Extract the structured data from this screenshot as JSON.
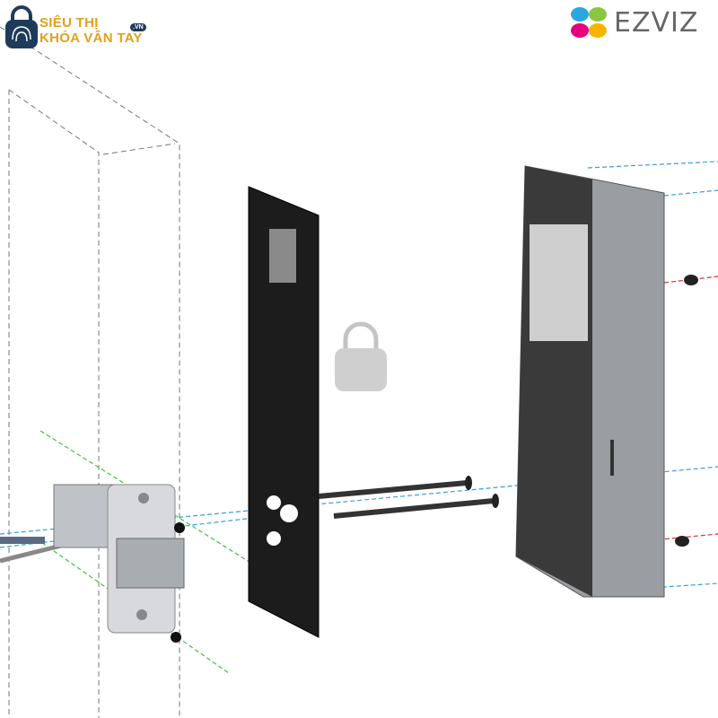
{
  "watermark": {
    "line1": "SIÊU THỊ",
    "line2": "KHÓA VÂN TAY",
    "suffix": ".VN"
  },
  "brand_logo": {
    "text": "EZVIZ"
  },
  "colors": {
    "watermark_gold": "#e0a11b",
    "watermark_navy": "#1f3b5a",
    "guide_blue": "#3a9be0",
    "guide_green": "#3ec43e",
    "guide_red": "#d43030"
  }
}
